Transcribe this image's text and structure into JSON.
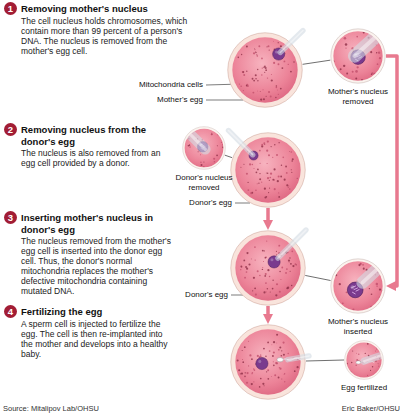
{
  "diagram": {
    "nodes": [
      {
        "text": [
          "1"
        ]
      },
      {
        "text": [
          "Mother's egg"
        ]
      },
      {
        "text": [
          "Mother's nucleus removed"
        ]
      },
      {
        "text": [
          "2"
        ]
      },
      {
        "text": [
          "Donor's egg"
        ]
      },
      {
        "text": [
          "Donor's nucleus removed"
        ]
      },
      {
        "text": [
          "3"
        ]
      },
      {
        "text": [
          "Donor's egg"
        ]
      },
      {
        "text": [
          "Mother's nucleus inserted"
        ]
      },
      {
        "text": [
          "4"
        ]
      },
      {
        "text": [
          "Egg fertilized"
        ]
      }
    ],
    "edges": [
      {
        "from": 1,
        "to": 2,
        "arrow": "none"
      },
      {
        "from": 4,
        "to": 5,
        "arrow": "none"
      },
      {
        "from": 2,
        "to": 8,
        "arrow": "to"
      },
      {
        "from": 4,
        "to": 7,
        "arrow": "to"
      },
      {
        "from": 7,
        "to": 8,
        "arrow": "none"
      }
    ],
    "labels": [
      "Removing mother's nucleus",
      "The cell nucleus holds chromosomes, which contain more than 99 percent of a person's DNA. The nucleus is removed from the mother's egg cell.",
      "Mitochondria cells",
      "Removing nucleus from the donor's egg",
      "The nucleus is also removed from an egg cell provided by a donor.",
      "Inserting mother's nucleus in donor's egg",
      "The nucleus removed from the mother's egg cell is inserted into the donor egg cell. Thus, the donor's normal mitochondria replaces the mother's defective mitochondria containing mutated DNA.",
      "Fertilizing the egg",
      "A sperm cell is injected to fertilize the egg. The cell is then re-implanted into the mother and develops into a healthy baby.",
      "Source: Mitalipov Lab/OHSU",
      "Eric Baker/OHSU"
    ]
  }
}
